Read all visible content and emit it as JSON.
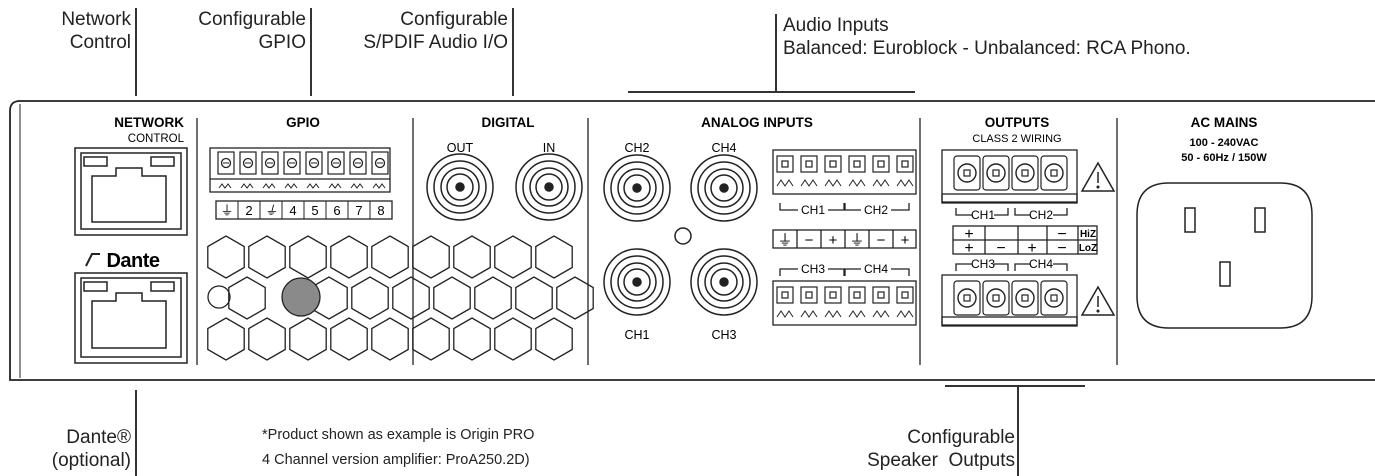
{
  "callouts": {
    "network_control": [
      "Network",
      "Control"
    ],
    "gpio": [
      "Configurable",
      "GPIO"
    ],
    "spdif": [
      "Configurable",
      "S/PDIF Audio I/O"
    ],
    "audio_inputs": [
      "Audio Inputs",
      "Balanced: Euroblock - Unbalanced: RCA Phono."
    ],
    "dante": [
      "Dante®",
      "(optional)"
    ],
    "speaker_outputs": [
      "Configurable",
      "Speaker  Outputs"
    ]
  },
  "footnote": [
    "*Product shown as example is Origin PRO",
    "4 Channel version amplifier: ProA250.2D)"
  ],
  "panel": {
    "network": {
      "title": "NETWORK",
      "subtitle": "CONTROL"
    },
    "dante_logo": "Dante",
    "gpio": {
      "title": "GPIO",
      "pins": [
        "2",
        "4",
        "5",
        "6",
        "7",
        "8"
      ]
    },
    "digital": {
      "title": "DIGITAL",
      "out": "OUT",
      "in": "IN"
    },
    "analog": {
      "title": "ANALOG INPUTS",
      "ch_top_left": "CH2",
      "ch_top_right": "CH4",
      "ch_bottom_left": "CH1",
      "ch_bottom_right": "CH3",
      "block_top": [
        "CH1",
        "CH2"
      ],
      "block_bottom": [
        "CH3",
        "CH4"
      ],
      "polarity": [
        "−",
        "+",
        "−",
        "+"
      ]
    },
    "outputs": {
      "title": "OUTPUTS",
      "subtitle": "CLASS 2 WIRING",
      "top_channels": [
        "CH1",
        "CH2"
      ],
      "bottom_channels": [
        "CH3",
        "CH4"
      ],
      "hiz": "HiZ",
      "loz": "LoZ"
    },
    "ac": {
      "title": "AC MAINS",
      "voltage": "100 - 240VAC",
      "freq": "50 - 60Hz / 150W"
    }
  }
}
